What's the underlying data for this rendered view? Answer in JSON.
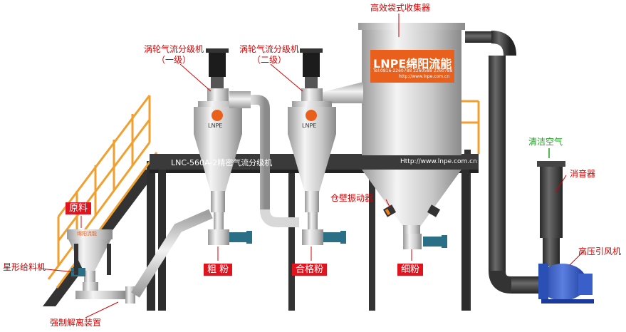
{
  "labels": {
    "collector": "高效袋式收集器",
    "classifier1_line1": "涡轮气流分级机",
    "classifier1_line2": "（一级）",
    "classifier2_line1": "涡轮气流分级机",
    "classifier2_line2": "（二级）",
    "raw_material": "原料",
    "star_feeder": "星形给料机",
    "forced_release": "强制解离装置",
    "coarse_powder": "粗 粉",
    "qualified_powder": "合格粉",
    "fine_powder": "细粉",
    "bin_vibrator": "仓壁振动器",
    "clean_air": "清洁空气",
    "silencer": "消音器",
    "fan": "高压引风机"
  },
  "platform": {
    "model_text": "LNC-560A-2精密气流分级机",
    "website": "Http://www.lnpe.com.cn"
  },
  "collector_logo": {
    "brand": "LNPE绵阳流能",
    "tel": "Tel:0816-2260788 2260588 2260788",
    "site": "http://www.lnpe.com.cn"
  },
  "classifier_logo": "LNPE",
  "hopper_logo": "绵阳流能",
  "colors": {
    "label_red": "#d40000",
    "label_green": "#1aa31a",
    "railing_orange": "#f0a030",
    "brand_orange": "#e8601c",
    "platform_dark": "#3a3a3a",
    "fan_blue": "#2a4fb5",
    "motor_teal": "#2a6f86"
  }
}
